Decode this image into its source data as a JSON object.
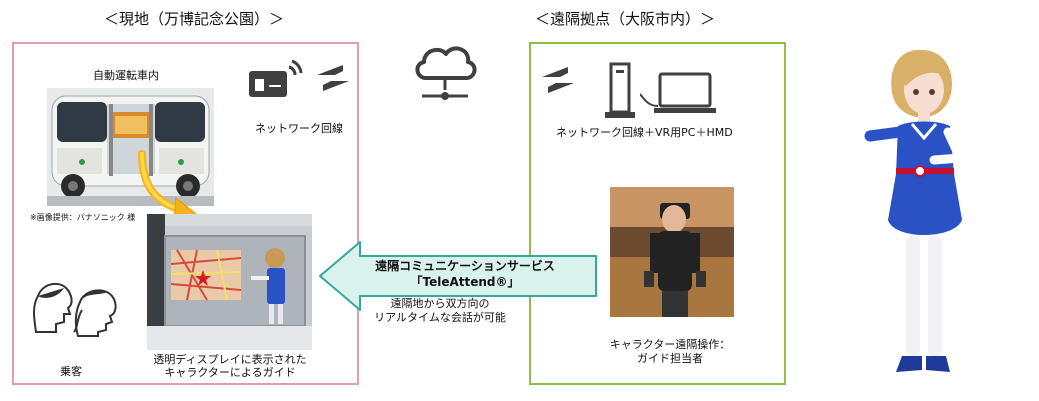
{
  "left_section": {
    "title": "＜現地（万博記念公園）＞",
    "vehicle_label": "自動運転車内",
    "image_credit": "※画像提供：パナソニック 様",
    "network_label": "ネットワーク回線",
    "passengers_label": "乗客",
    "display_caption_line1": "透明ディスプレイに表示された",
    "display_caption_line2": "キャラクターによるガイド"
  },
  "right_section": {
    "title": "＜遠隔拠点（大阪市内）＞",
    "equipment_label": "ネットワーク回線＋VR用PC＋HMD",
    "operator_caption_line1": "キャラクター遠隔操作：",
    "operator_caption_line2": "ガイド担当者"
  },
  "service": {
    "name_line1": "遠隔コミュニケーションサービス",
    "name_line2": "「TeleAttend®」",
    "desc_line1": "遠隔地から双方向の",
    "desc_line2": "リアルタイムな会話が可能"
  },
  "colors": {
    "left_border": "#e59ab8",
    "right_border": "#8fbf4a",
    "arrow_fill": "#d9f2ee",
    "arrow_stroke": "#34a99a",
    "icon_gray": "#404040",
    "character_blue": "#2b52c4"
  },
  "icons": [
    "cloud-network-icon",
    "wifi-router-icon",
    "bidirectional-arrows-icon",
    "pc-tower-icon",
    "laptop-icon",
    "passengers-icon"
  ]
}
